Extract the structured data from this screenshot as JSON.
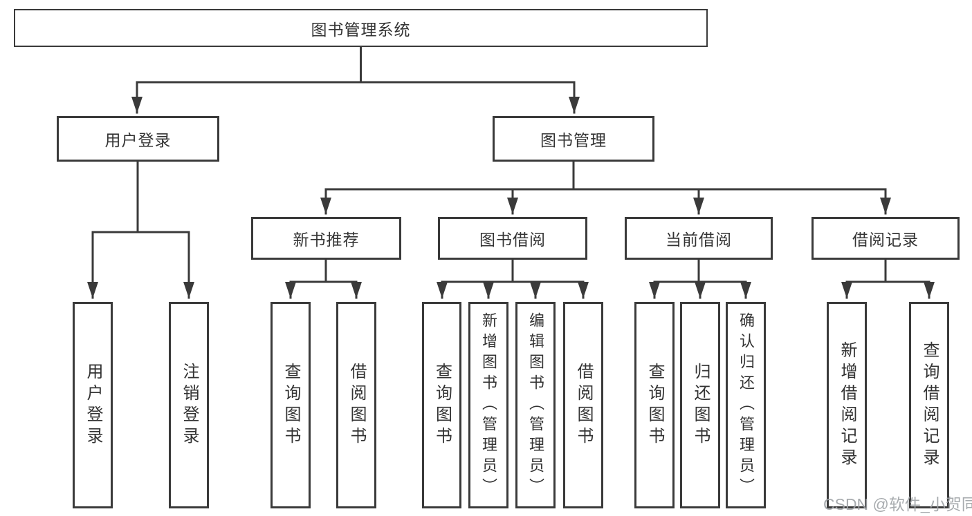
{
  "diagram": {
    "title": "图书管理系统",
    "root": {
      "label": "图书管理系统"
    },
    "level2": [
      {
        "label": "用户登录"
      },
      {
        "label": "图书管理"
      }
    ],
    "level3": [
      {
        "label": "新书推荐"
      },
      {
        "label": "图书借阅"
      },
      {
        "label": "当前借阅"
      },
      {
        "label": "借阅记录"
      }
    ],
    "leaves": {
      "user_login": [
        "用户登录",
        "注销登录"
      ],
      "new_book_recommend": [
        "查询图书",
        "借阅图书"
      ],
      "book_borrow": [
        "查询图书",
        "新增图书（管理员）",
        "编辑图书（管理员）",
        "借阅图书"
      ],
      "current_borrow": [
        "查询图书",
        "归还图书",
        "确认归还（管理员）"
      ],
      "borrow_record": [
        "新增借阅记录",
        "查询借阅记录"
      ]
    }
  },
  "watermark": "CSDN @软件_小贺同学",
  "colors": {
    "line": "#3a3a3a",
    "text": "#333333",
    "watermark": "#9ea2a6",
    "background": "#ffffff"
  }
}
